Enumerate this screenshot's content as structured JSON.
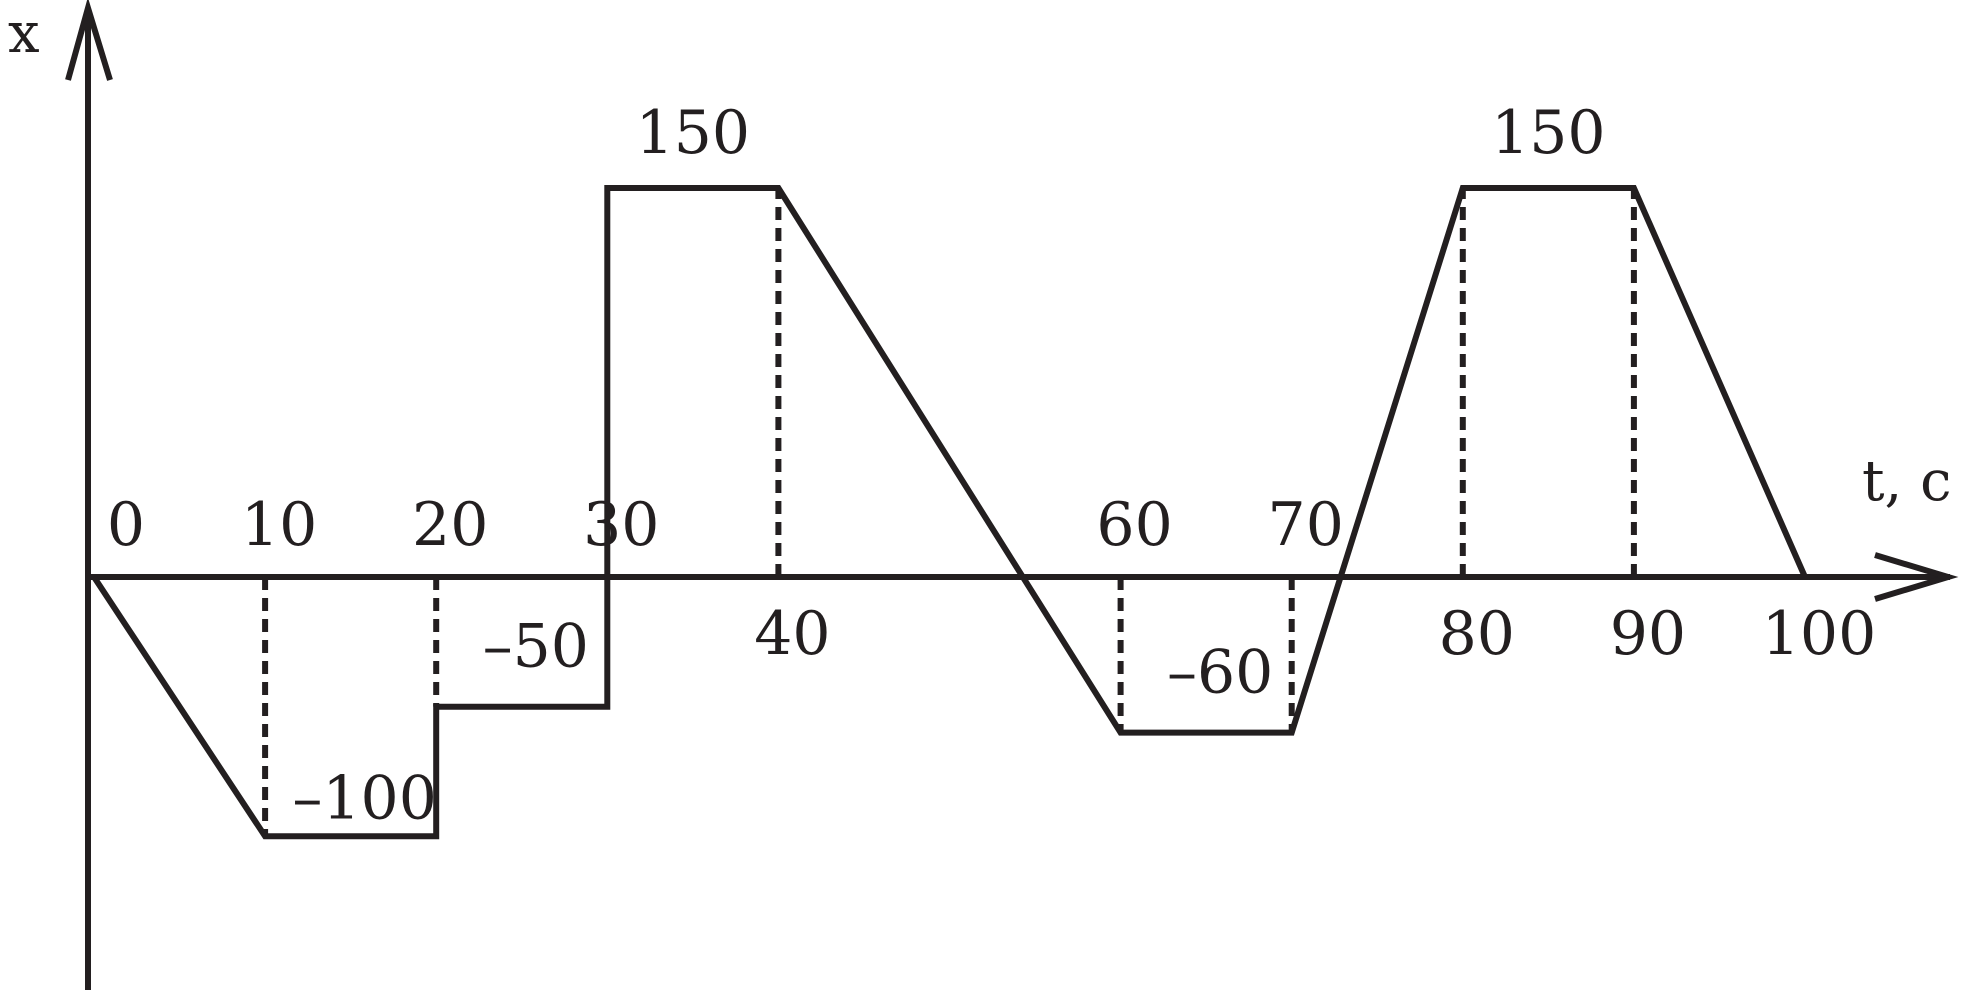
{
  "chart_data": {
    "type": "line",
    "xlabel": "t, c",
    "ylabel": "x",
    "xlim": [
      0,
      100
    ],
    "ylim": [
      -100,
      150
    ],
    "grid": false,
    "series": [
      {
        "points": [
          [
            0,
            0
          ],
          [
            10,
            -100
          ],
          [
            20,
            -100
          ],
          [
            20,
            -50
          ],
          [
            30,
            -50
          ],
          [
            30,
            150
          ],
          [
            40,
            150
          ],
          [
            60,
            -60
          ],
          [
            70,
            -60
          ],
          [
            80,
            150
          ],
          [
            90,
            150
          ],
          [
            100,
            0
          ]
        ]
      }
    ],
    "guides": [
      {
        "x": 10,
        "y": -100
      },
      {
        "x": 20,
        "y": -50
      },
      {
        "x": 40,
        "y": 150
      },
      {
        "x": 60,
        "y": -60
      },
      {
        "x": 70,
        "y": -60
      },
      {
        "x": 80,
        "y": 150
      },
      {
        "x": 90,
        "y": 150
      }
    ],
    "tick_labels": [
      {
        "x": 0,
        "side": "above",
        "text": "0"
      },
      {
        "x": 10,
        "side": "above",
        "text": "10"
      },
      {
        "x": 20,
        "side": "above",
        "text": "20"
      },
      {
        "x": 30,
        "side": "above",
        "text": "30"
      },
      {
        "x": 60,
        "side": "above",
        "text": "60"
      },
      {
        "x": 70,
        "side": "above",
        "text": "70"
      },
      {
        "x": 40,
        "side": "below",
        "text": "40"
      },
      {
        "x": 80,
        "side": "below",
        "text": "80"
      },
      {
        "x": 90,
        "side": "below",
        "text": "90"
      },
      {
        "x": 100,
        "side": "below",
        "text": "100"
      }
    ],
    "value_labels": [
      {
        "x": 35,
        "y": 150,
        "text": "150"
      },
      {
        "x": 85,
        "y": 150,
        "text": "150"
      },
      {
        "x": 15,
        "y": -100,
        "text": "–100"
      },
      {
        "x": 25,
        "y": -50,
        "text": "–50"
      },
      {
        "x": 65,
        "y": -60,
        "text": "–60"
      }
    ]
  }
}
